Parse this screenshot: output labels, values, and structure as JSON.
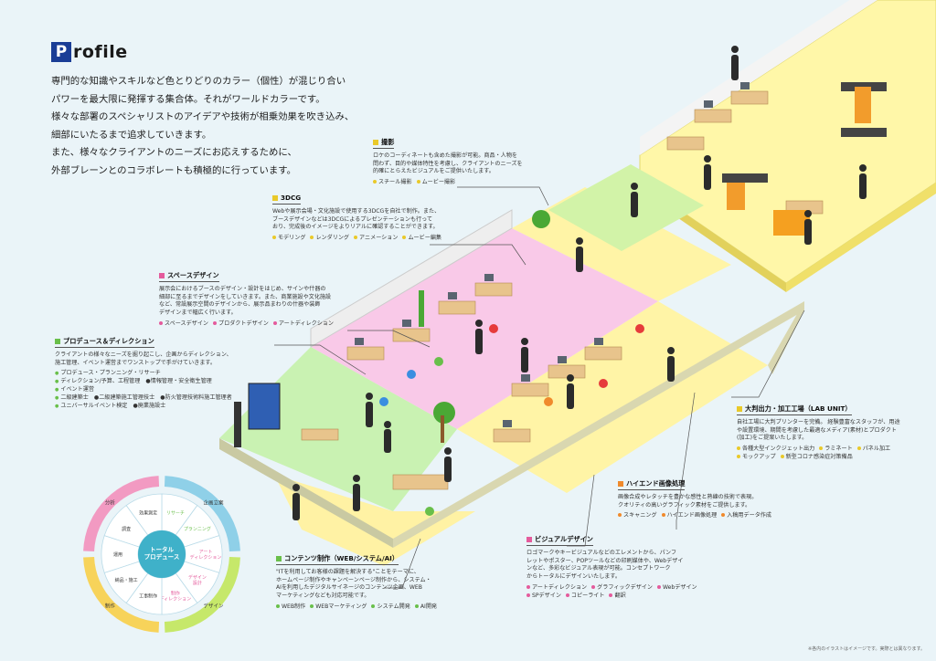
{
  "title": {
    "badge": "P",
    "rest": "rofile"
  },
  "intro": [
    "専門的な知識やスキルなど色とりどりのカラー（個性）が混じり合い",
    "パワーを最大限に発揮する集合体。それがワールドカラーです。",
    "様々な部署のスペシャリストのアイデアや技術が相乗効果を吹き込み、",
    "細部にいたるまで追求していきます。",
    "また、様々なクライアントのニーズにお応えするために、",
    "外部ブレーンとのコラボレートも積極的に行っています。"
  ],
  "callouts": {
    "photo": {
      "title": "撮影",
      "body": [
        "ロケのコーディネートも含めた撮影が可能。商品・人物を",
        "問わず、目的や媒体特性を考慮し、クライアントのニーズを",
        "的確にとらえたビジュアルをご提供いたします。"
      ],
      "tags": [
        "スチール撮影",
        "ムービー撮影"
      ]
    },
    "cg": {
      "title": "3DCG",
      "body": [
        "Webや展示会場・文化施設で使用する3DCGを自社で制作。また、",
        "ブースデザインなどは3DCGによるプレゼンテーションも行って",
        "おり、完成後のイメージをよりリアルに確認することができます。"
      ],
      "tags": [
        "モデリング",
        "レンダリング",
        "アニメーション",
        "ムービー編集"
      ]
    },
    "space": {
      "title": "スペースデザイン",
      "body": [
        "展示会におけるブースのデザイン・設計をはじめ、サインや什器の",
        "細部に至るまでデザインをしていきます。また、商業施設や文化施設",
        "など、常設展示空間のデザインから、展示品まわりの什器や装飾",
        "デザインまで幅広く行います。"
      ],
      "tags": [
        "スペースデザイン",
        "プロダクトデザイン",
        "アートディレクション"
      ]
    },
    "produce": {
      "title": "プロデュース＆ディレクション",
      "body": [
        "クライアントの様々なニーズを掘り起こし、企画からディレクション、",
        "施工管理、イベント運営までワンストップで手がけていきます。"
      ],
      "list": [
        "プロデュース・プランニング・リサーチ",
        "ディレクション/予算、工程管理　●情報管理・安全衛生管理",
        "イベント運営",
        "二級建築士　●二級建築施工管理技士　●防火管理技術料施工管理者",
        "ユニバーサルイベント検定　●廃業施設士"
      ]
    },
    "lab": {
      "title": "大判出力・加工工場（LAB UNIT）",
      "body": [
        "自社工場に大判プリンターを完備。 経験豊富なスタッフが、用途",
        "や設置環境、期間を考慮した最適なメディア(素材)とプロダクト",
        "(加工)をご提案いたします。"
      ],
      "tags": [
        "各種大型インクジェット出力",
        "ラミネート",
        "パネル加工",
        "モックアップ",
        "新型コロナ感染症対策備品"
      ]
    },
    "hiend": {
      "title": "ハイエンド画像処理",
      "body": [
        "画像合成やレタッチを豊かな感性と熟練の技術で表現。",
        "クオリティの高いグラフィック素材をご提供します。"
      ],
      "tags": [
        "スキャニング",
        "ハイエンド画像処理",
        "入稿用データ作成"
      ]
    },
    "visual": {
      "title": "ビジュアルデザイン",
      "body": [
        "ロゴマークやキービジュアルなどのエレメントから、パンフ",
        "レットやポスター、POPツールなどの印刷媒体や、Webデザイ",
        "ンなど、多彩なビジュアル表現が可能。コンセプトワーク",
        "からトータルにデザインいたします。"
      ],
      "tags": [
        "アートディレクション",
        "グラフィックデザイン",
        "Webデザイン",
        "SPデザイン",
        "コピーライト",
        "翻訳"
      ]
    },
    "content": {
      "title": "コンテンツ制作（WEB/システム/AI）",
      "body": [
        "\"ITを利用してお客様の課題を解決する\"ことをテーマに、",
        "ホームページ制作やキャンペーンページ制作から、システム・",
        "AIを利用したデジタルサイネージのコンテンツ企画、WEB",
        "マーケティングなども対応可能です。"
      ],
      "tags": [
        "WEB制作",
        "WEBマーケティング",
        "システム開発",
        "AI開発"
      ]
    }
  },
  "wheel": {
    "center": [
      "トータル",
      "プロデュース"
    ],
    "segments": [
      "リサーチ",
      "プランニング",
      "アート ディレクション",
      "デザイン 設計",
      "制作 ディレクション",
      "工事制作",
      "納品・施工",
      "運用",
      "調査",
      "効果測定"
    ],
    "outer": [
      "企画立案",
      "デザイン",
      "制作",
      "分析"
    ]
  },
  "note": "※各内のイラストはイメージです。実際とは異なります。",
  "colors": {
    "brand": "#1a3d96",
    "yellow": "#fff6a8",
    "pink": "#fbc9e6",
    "green": "#c8f0a8",
    "blue": "#cfe9ff"
  }
}
